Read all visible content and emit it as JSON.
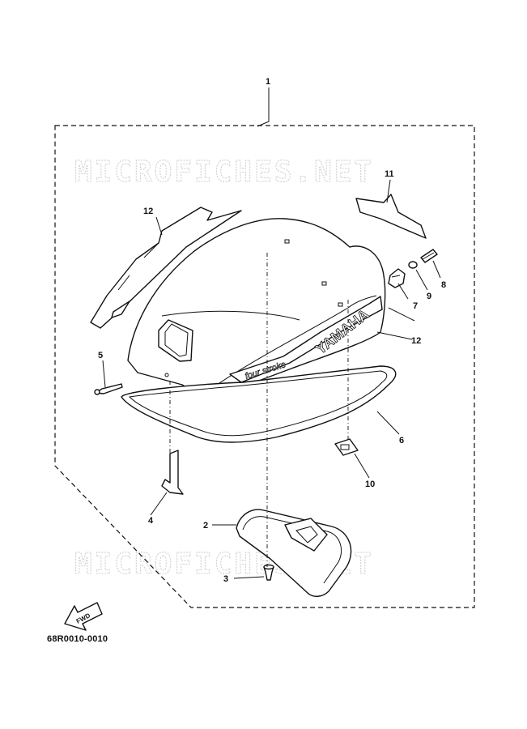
{
  "watermark": {
    "top": "MICROFICHES.NET",
    "bottom": "MICROFICHES.NET"
  },
  "callouts": [
    "1",
    "2",
    "3",
    "4",
    "5",
    "6",
    "7",
    "8",
    "9",
    "10",
    "11",
    "12",
    "12"
  ],
  "cowling_text": {
    "brand": "YAMAHA",
    "stripe": "four stroke"
  },
  "fwd_label": "FWD",
  "diagram_code": "68R0010-0010"
}
